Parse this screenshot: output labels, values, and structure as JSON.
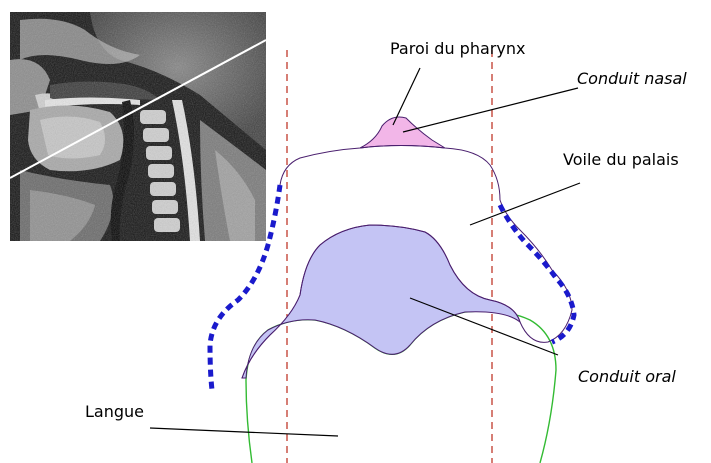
{
  "labels": {
    "paroi": "Paroi du pharynx",
    "conduit_nasal": "Conduit nasal",
    "voile": "Voile du palais",
    "conduit_oral": "Conduit oral",
    "langue": "Langue"
  },
  "colors": {
    "nasal_fill": "#f2b6e8",
    "oral_fill": "#c4c4f4",
    "outline": "#4a1f6e",
    "dashed_wall": "#1a1acc",
    "guide_lines": "#c0392b",
    "tongue": "#33bb33",
    "scan_cut_line": "#ffffff"
  },
  "icons": {
    "mri": "mri-sagittal-head-scan"
  }
}
